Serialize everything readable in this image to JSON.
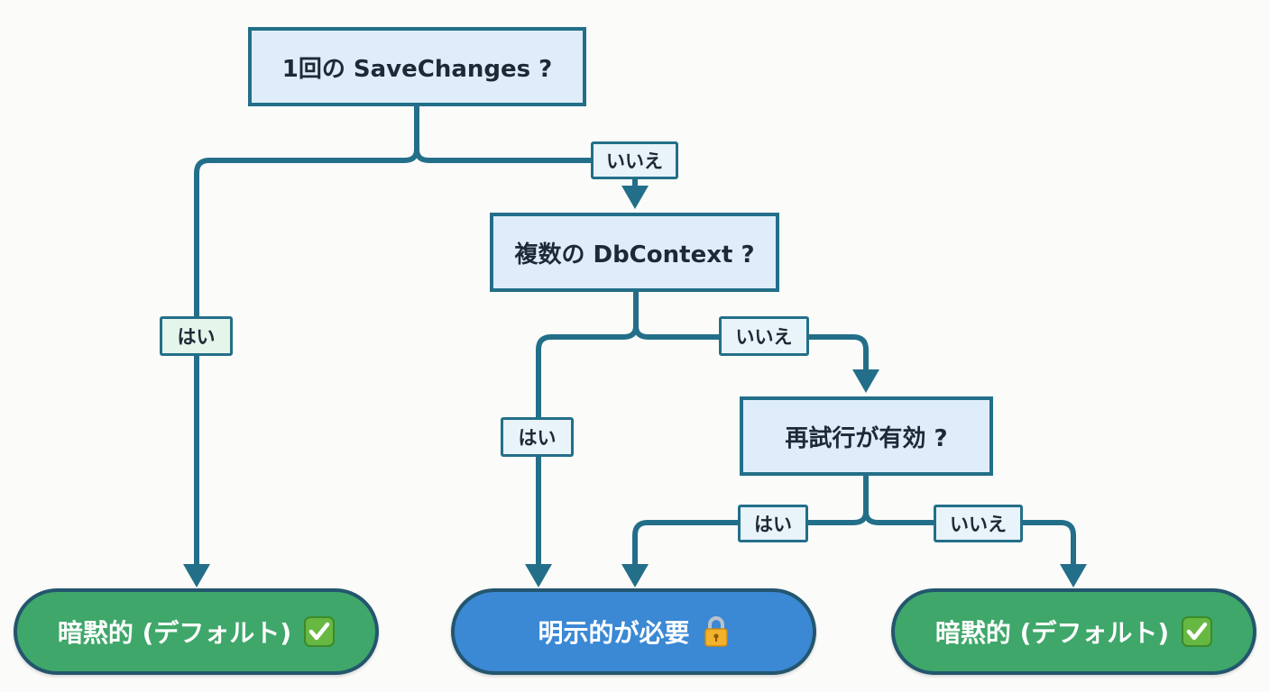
{
  "nodes": {
    "q1": "1回の SaveChanges ?",
    "q2": "複数の DbContext ?",
    "q3": "再試行が有効 ?",
    "end_left": "暗黙的 (デフォルト)",
    "end_center": "明示的が必要",
    "end_right": "暗黙的 (デフォルト)"
  },
  "edges": {
    "q1_no": "いいえ",
    "q1_yes": "はい",
    "q2_no": "いいえ",
    "q2_yes": "はい",
    "q3_yes": "はい",
    "q3_no": "いいえ"
  },
  "icons": {
    "end_left": "check-mark-icon",
    "end_center": "lock-icon",
    "end_right": "check-mark-icon"
  },
  "colors": {
    "connector": "#236f89",
    "decision_fill": "#deedf9",
    "terminal_green": "#3fa76a",
    "terminal_blue": "#3b88d4"
  }
}
